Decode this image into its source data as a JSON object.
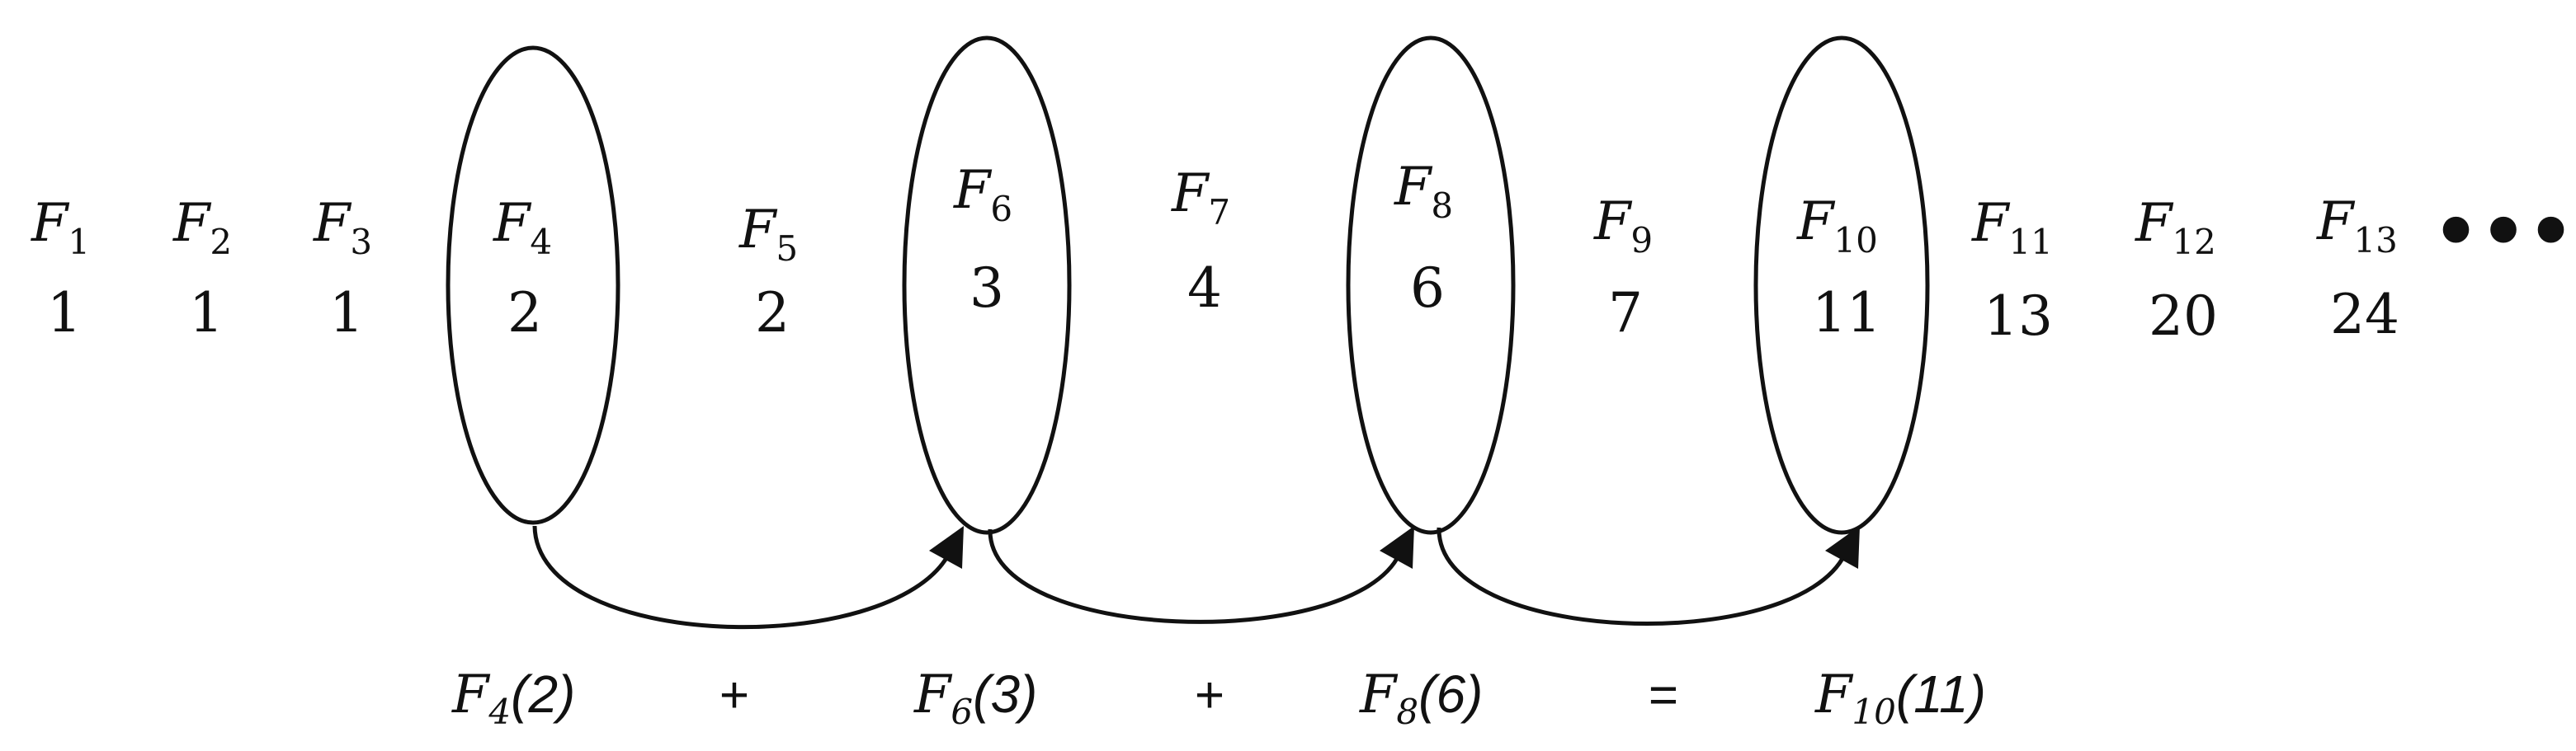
{
  "sequence": [
    {
      "name": "F",
      "sub": "1",
      "value": "1"
    },
    {
      "name": "F",
      "sub": "2",
      "value": "1"
    },
    {
      "name": "F",
      "sub": "3",
      "value": "1"
    },
    {
      "name": "F",
      "sub": "4",
      "value": "2"
    },
    {
      "name": "F",
      "sub": "5",
      "value": "2"
    },
    {
      "name": "F",
      "sub": "6",
      "value": "3"
    },
    {
      "name": "F",
      "sub": "7",
      "value": "4"
    },
    {
      "name": "F",
      "sub": "8",
      "value": "6"
    },
    {
      "name": "F",
      "sub": "9",
      "value": "7"
    },
    {
      "name": "F",
      "sub": "10",
      "value": "11"
    },
    {
      "name": "F",
      "sub": "11",
      "value": "13"
    },
    {
      "name": "F",
      "sub": "12",
      "value": "20"
    },
    {
      "name": "F",
      "sub": "13",
      "value": "24"
    }
  ],
  "ellipsis": "•••",
  "circled_terms": [
    "4",
    "6",
    "8",
    "10"
  ],
  "equation": {
    "terms": [
      {
        "name": "F",
        "sub": "4",
        "value": "(2)"
      },
      {
        "name": "F",
        "sub": "6",
        "value": "(3)"
      },
      {
        "name": "F",
        "sub": "8",
        "value": "(6)"
      },
      {
        "name": "F",
        "sub": "10",
        "value": "(11)"
      }
    ],
    "operators": [
      "+",
      "+",
      "="
    ]
  }
}
